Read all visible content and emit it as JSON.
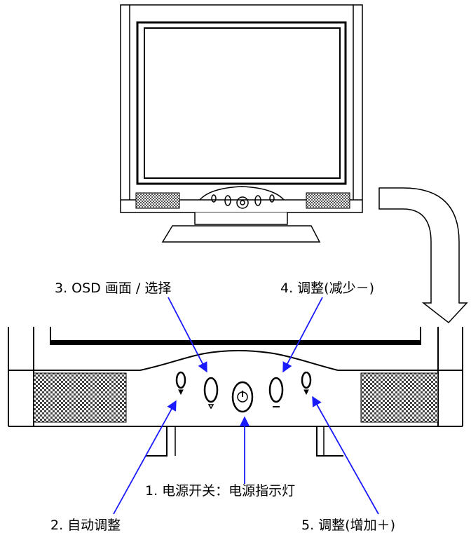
{
  "callouts": {
    "power": "1. 电源开关：电源指示灯",
    "auto_adjust": "2. 自动调整",
    "osd_select": "3. OSD  画面 / 选择",
    "adjust_minus": "4. 调整(减少－)",
    "adjust_plus": "5. 调整(增加＋)"
  },
  "icons": {
    "power_button": "power-icon",
    "arrow": "curved-down-arrow-icon"
  },
  "colors": {
    "leader_line": "#1a1aff",
    "outline": "#000000",
    "speaker_grille": "#777777"
  }
}
